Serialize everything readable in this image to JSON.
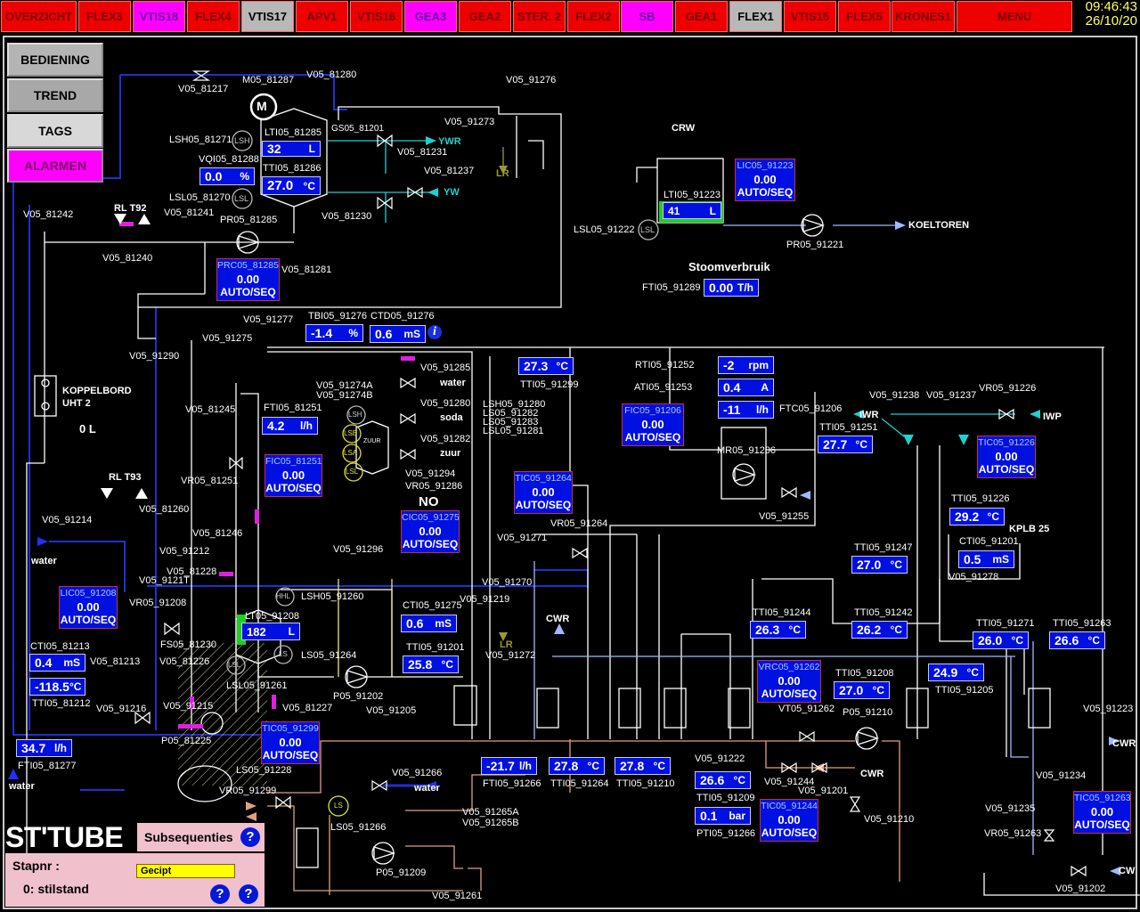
{
  "nav": {
    "buttons": [
      {
        "label": "OVERZICHT",
        "style": "red"
      },
      {
        "label": "FLEX3",
        "style": "red"
      },
      {
        "label": "VTIS18",
        "style": "mag"
      },
      {
        "label": "FLEX4",
        "style": "red"
      },
      {
        "label": "VTIS17",
        "style": "gray"
      },
      {
        "label": "APV1",
        "style": "red"
      },
      {
        "label": "VTIS16",
        "style": "red"
      },
      {
        "label": "GEA3",
        "style": "mag"
      },
      {
        "label": "GEA2",
        "style": "red"
      },
      {
        "label": "STER. 2",
        "style": "red"
      },
      {
        "label": "FLEX2",
        "style": "red"
      },
      {
        "label": "SB",
        "style": "mag"
      },
      {
        "label": "GEA1",
        "style": "red"
      },
      {
        "label": "FLEX1",
        "style": "gray"
      },
      {
        "label": "VTIS15",
        "style": "red"
      },
      {
        "label": "FLEX5",
        "style": "red"
      },
      {
        "label": "KRONES1",
        "style": "red"
      },
      {
        "label": "MENU",
        "style": "red"
      }
    ],
    "time": "09:46:43",
    "date": "26/10/20"
  },
  "side": {
    "bediening": "BEDIENING",
    "trend": "TREND",
    "tags": "TAGS",
    "alarmen": "ALARMEN"
  },
  "panel": {
    "title": "ST'TUBE",
    "subsequenties": "Subsequenties",
    "stapnr_label": "Stapnr :",
    "stapnr_value": "0: stilstand",
    "status": "Gecipt",
    "help": "?"
  },
  "displays": {
    "lti05_81285": {
      "tag": "LTI05_81285",
      "value": "32",
      "unit": "L"
    },
    "tti05_81286": {
      "tag": "TTI05_81286",
      "value": "27.0",
      "unit": "°C"
    },
    "vqi05_81288": {
      "tag": "VQI05_81288",
      "value": "0.0",
      "unit": "%"
    },
    "lti05_91223": {
      "tag": "LTI05_91223",
      "value": "41",
      "unit": "L"
    },
    "fti05_91289": {
      "tag": "FTI05_91289",
      "value": "0.00",
      "unit": "T/h"
    },
    "tbi05_91276": {
      "tag": "TBI05_91276",
      "value": "-1.4",
      "unit": "%"
    },
    "ctd05_91276": {
      "tag": "CTD05_91276",
      "value": "0.6",
      "unit": "mS"
    },
    "tti05_91299": {
      "tag": "TTI05_91299",
      "value": "27.3",
      "unit": "°C"
    },
    "rti05_91252": {
      "tag": "RTI05_91252",
      "value": "-2",
      "unit": "rpm"
    },
    "ati05_91253": {
      "tag": "ATI05_91253",
      "value": "0.4",
      "unit": "A"
    },
    "ftc05_91206": {
      "tag": "FTC05_91206",
      "value": "-11",
      "unit": "l/h"
    },
    "tti05_91251": {
      "tag": "TTI05_91251",
      "value": "27.7",
      "unit": "°C"
    },
    "fti05_81251": {
      "tag": "FTI05_81251",
      "value": "4.2",
      "unit": "l/h"
    },
    "tti05_91226": {
      "tag": "TTI05_91226",
      "value": "29.2",
      "unit": "°C"
    },
    "cti05_91201": {
      "tag": "CTI05_91201",
      "value": "0.5",
      "unit": "mS"
    },
    "tti05_91247": {
      "tag": "TTI05_91247",
      "value": "27.0",
      "unit": "°C"
    },
    "tti05_91244": {
      "tag": "TTI05_91244",
      "value": "26.3",
      "unit": "°C"
    },
    "tti05_91242": {
      "tag": "TTI05_91242",
      "value": "26.2",
      "unit": "°C"
    },
    "tti05_91271": {
      "tag": "TTI05_91271",
      "value": "26.0",
      "unit": "°C"
    },
    "tti05_91263": {
      "tag": "TTI05_91263",
      "value": "26.6",
      "unit": "°C"
    },
    "lt05_91208": {
      "tag": "LT05_91208",
      "value": "182",
      "unit": "L"
    },
    "cti05_91275": {
      "tag": "CTI05_91275",
      "value": "0.6",
      "unit": "mS"
    },
    "tti05_91201": {
      "tag": "TTI05_91201",
      "value": "25.8",
      "unit": "°C"
    },
    "cti05_81213": {
      "tag": "CTI05_81213",
      "value": "0.4",
      "unit": "mS"
    },
    "tti05_81212": {
      "tag": "TTI05_81212",
      "value": "-118.5",
      "unit": "°C"
    },
    "fti05_81277": {
      "tag": "FTI05_81277",
      "value": "34.7",
      "unit": "l/h"
    },
    "fti05_91266": {
      "tag": "FTI05_91266",
      "value": "-21.7",
      "unit": "l/h"
    },
    "tti05_91264": {
      "tag": "TTI05_91264",
      "value": "27.8",
      "unit": "°C"
    },
    "tti05_91210": {
      "tag": "TTI05_91210",
      "value": "27.8",
      "unit": "°C"
    },
    "tti05_91209": {
      "tag": "TTI05_91209",
      "value": "26.6",
      "unit": "°C"
    },
    "pti05_91266": {
      "tag": "PTI05_91266",
      "value": "0.1",
      "unit": "bar"
    },
    "tti05_91208": {
      "tag": "TTI05_91208",
      "value": "27.0",
      "unit": "°C"
    },
    "tti05_91205": {
      "tag": "TTI05_91205",
      "value": "24.9",
      "unit": "°C"
    }
  },
  "controllers": {
    "prc05_81285": {
      "tag": "PRC05_81285",
      "value": "0.00",
      "mode": "AUTO/SEQ"
    },
    "lic05_91223": {
      "tag": "LIC05_91223",
      "value": "0.00",
      "mode": "AUTO/SEQ"
    },
    "fic05_91206": {
      "tag": "FIC05_91206",
      "value": "0.00",
      "mode": "AUTO/SEQ"
    },
    "fic05_81251": {
      "tag": "FIC05_81251",
      "value": "0.00",
      "mode": "AUTO/SEQ"
    },
    "tic05_91226": {
      "tag": "TIC05_91226",
      "value": "0.00",
      "mode": "AUTO/SEQ"
    },
    "tic05_91264": {
      "tag": "TIC05_91264",
      "value": "0.00",
      "mode": "AUTO/SEQ"
    },
    "cic05_91275": {
      "tag": "CIC05_91275",
      "value": "0.00",
      "mode": "AUTO/SEQ"
    },
    "lic05_91208": {
      "tag": "LIC05_91208",
      "value": "0.00",
      "mode": "AUTO/SEQ"
    },
    "tic05_91299": {
      "tag": "TIC05_91299",
      "value": "0.00",
      "mode": "AUTO/SEQ"
    },
    "vrc05_91262": {
      "tag": "VRC05_91262",
      "value": "0.00",
      "mode": "AUTO/SEQ"
    },
    "tic05_91244": {
      "tag": "TIC05_91244",
      "value": "0.00",
      "mode": "AUTO/SEQ"
    },
    "tic05_91263": {
      "tag": "TIC05_91263",
      "value": "0.00",
      "mode": "AUTO/SEQ"
    }
  },
  "labels": {
    "v05_81217": "V05_81217",
    "m05_81287": "M05_81287",
    "v05_81280": "V05_81280",
    "v05_91276": "V05_91276",
    "lsh05_81271": "LSH05_81271",
    "gs05_81201": "GS05_81201",
    "v05_91273": "V05_91273",
    "v05_81231": "V05_81231",
    "ywr": "YWR",
    "v05_81237": "V05_81237",
    "lr1": "LR",
    "yw": "YW",
    "lsl05_81270": "LSL05_81270",
    "v05_81230": "V05_81230",
    "v05_81242": "V05_81242",
    "rl_t92": "RL T92",
    "v05_81241": "V05_81241",
    "pr05_81285": "PR05_81285",
    "v05_81240": "V05_81240",
    "v05_81281": "V05_81281",
    "crw": "CRW",
    "lsl05_91222": "LSL05_91222",
    "pr05_91221": "PR05_91221",
    "koeltoren": "KOELTOREN",
    "stoomverbruik": "Stoomverbruik",
    "v05_91277": "V05_91277",
    "v05_91275": "V05_91275",
    "v05_91290": "V05_91290",
    "v05_91285": "V05_91285",
    "water1": "water",
    "v05_91274a": "V05_91274A",
    "v05_91274b": "V05_91274B",
    "v05_91280": "V05_91280",
    "soda": "soda",
    "v05_91282": "V05_91282",
    "zuur": "zuur",
    "zuur_tank": "ZUUR",
    "v05_91294": "V05_91294",
    "vr05_91286": "VR05_91286",
    "no": "NO",
    "koppelbord": "KOPPELBORD",
    "uht2": "UHT 2",
    "koppel_value": "0  L",
    "v05_81245": "V05_81245",
    "vr05_81251": "VR05_81251",
    "rl_t93": "RL T93",
    "v05_81260": "V05_81260",
    "v05_91214": "V05_91214",
    "water2": "water",
    "v05_81246": "V05_81246",
    "v05_91212": "V05_91212",
    "v05_81228": "V05_81228",
    "v05_91211": "V05_9121T",
    "vr05_91208": "VR05_91208",
    "fs05_81230": "FS05_81230",
    "v05_81213": "V05_81213",
    "v05_81226": "V05_81226",
    "lsl05_91261": "LSL05_91261",
    "v05_91216": "V05_91216",
    "v05_91215": "V05_91215",
    "p05_81225": "P05_81225",
    "water3": "water",
    "lsh05_91260": "LSH05_91260",
    "ls05_91264": "LS05_91264",
    "p05_91202": "P05_91202",
    "v05_81227": "V05_81227",
    "v05_91205": "V05_91205",
    "ls05_91228": "LS05_91228",
    "vr05_91299": "VR05_91299",
    "v05_91266": "V05_91266",
    "water4": "water",
    "ls05_91266": "LS05_91266",
    "p05_91209": "P05_91209",
    "v05_91261": "V05_91261",
    "v05_91265a": "V05_91265A",
    "v05_91265b": "V05_91265B",
    "v05_91296": "V05_91296",
    "lsh05_91280": "LSH05_91280",
    "ls05_91282": "LS05_91282",
    "ls05_91283": "LS05_91283",
    "lsl05_91281": "LSL05_91281",
    "v05_91271": "V05_91271",
    "vr05_91264": "VR05_91264",
    "v05_91270": "V05_91270",
    "v05_91219": "V05_91219",
    "lr2": "LR",
    "v05_91272": "V05_91272",
    "cwr1": "CWR",
    "mr05_91206": "MR05_91206",
    "v05_91255": "V05_91255",
    "v05_91238": "V05_91238",
    "v05_91237": "V05_91237",
    "vr05_91226": "VR05_91226",
    "iwr": "IWR",
    "iwp": "IWP",
    "kplb25": "KPLB 25",
    "v05_91278": "V05_91278",
    "v05_91222": "V05_91222",
    "vt05_91262": "VT05_91262",
    "p05_91210": "P05_91210",
    "v05_91244": "V05_91244",
    "v05_91201": "V05_91201",
    "cwr2": "CWR",
    "v05_91210": "V05_91210",
    "v05_91223": "V05_91223",
    "cwr3": "CWR",
    "v05_91234": "V05_91234",
    "v05_91235": "V05_91235",
    "vr05_91263": "VR05_91263",
    "cw": "CW",
    "v05_91202": "V05_91202",
    "lsh": "LSH",
    "lsl": "LSL",
    "lsb": "LSB",
    "lsa": "LSA",
    "ls": "LS",
    "hhl": "HHL",
    "info": "i",
    "motor": "M"
  }
}
